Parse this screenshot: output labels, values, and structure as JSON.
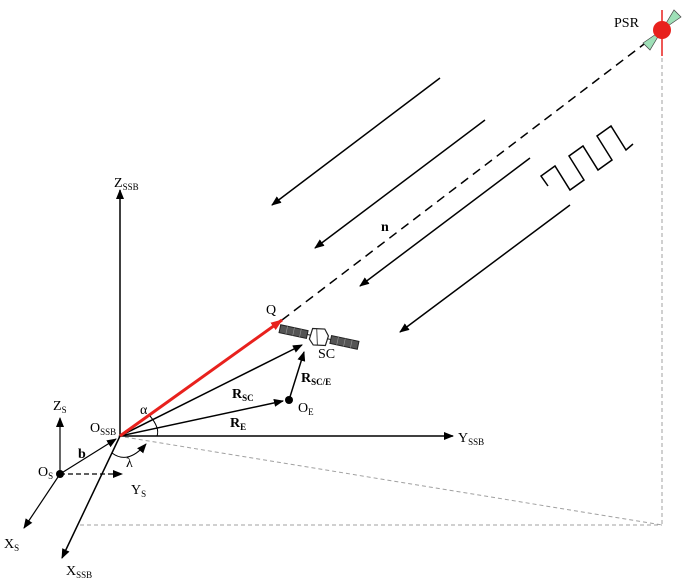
{
  "labels": {
    "psr": "PSR",
    "n": "n",
    "q": "Q",
    "sc": "SC",
    "z_ssb_main": "Z",
    "z_ssb_sub": "SSB",
    "y_ssb_main": "Y",
    "y_ssb_sub": "SSB",
    "x_ssb_main": "X",
    "x_ssb_sub": "SSB",
    "o_ssb_main": "O",
    "o_ssb_sub": "SSB",
    "z_s_main": "Z",
    "z_s_sub": "S",
    "y_s_main": "Y",
    "y_s_sub": "S",
    "x_s_main": "X",
    "x_s_sub": "S",
    "o_s_main": "O",
    "o_s_sub": "S",
    "o_e_main": "O",
    "o_e_sub": "E",
    "b": "b",
    "r_sc_main": "R",
    "r_sc_sub": "SC",
    "r_e_main": "R",
    "r_e_sub": "E",
    "r_sce_main": "R",
    "r_sce_sub": "SC/E",
    "alpha": "α",
    "lambda": "λ"
  },
  "colors": {
    "line": "#000000",
    "red_vector": "#e8211d",
    "pulsar": "#e8211d",
    "pulsar_beam": "#9fe0b8",
    "satellite_panel": "#555555",
    "dashed_grey": "#a0a0a0"
  }
}
